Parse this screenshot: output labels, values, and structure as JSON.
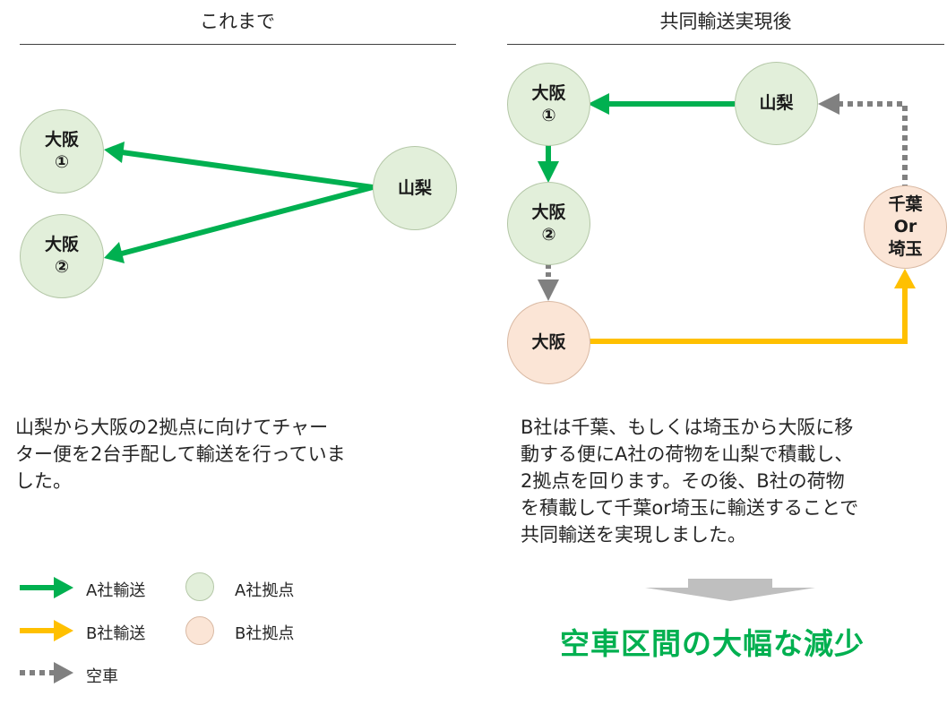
{
  "left": {
    "title": "これまで",
    "nodes": {
      "osaka1_line1": "大阪",
      "osaka1_line2": "①",
      "osaka2_line1": "大阪",
      "osaka2_line2": "②",
      "yamanashi": "山梨"
    },
    "description_lines": [
      "山梨から大阪の2拠点に向けてチャー",
      "ター便を2台手配して輸送を行っていま",
      "した。"
    ]
  },
  "right": {
    "title": "共同輸送実現後",
    "nodes": {
      "osaka1_line1": "大阪",
      "osaka1_line2": "①",
      "osaka2_line1": "大阪",
      "osaka2_line2": "②",
      "osaka": "大阪",
      "yamanashi": "山梨",
      "chiba_line1": "千葉",
      "chiba_line2": "Or",
      "chiba_line3": "埼玉"
    },
    "description_lines": [
      "B社は千葉、もしくは埼玉から大阪に移",
      "動する便にA社の荷物を山梨で積載し、",
      "2拠点を回ります。その後、B社の荷物",
      "を積載して千葉or埼玉に輸送することで",
      "共同輸送を実現しました。"
    ]
  },
  "legend": {
    "a_transport": "A社輸送",
    "b_transport": "B社輸送",
    "empty": "空車",
    "a_base": "A社拠点",
    "b_base": "B社拠点"
  },
  "conclusion": "空車区間の大幅な減少",
  "colors": {
    "a_green": "#00b050",
    "b_yellow": "#ffc000",
    "empty_gray": "#808080",
    "a_node": "#e2efda",
    "b_node": "#fbe5d6",
    "arrow_down_gray": "#bfbfbf"
  }
}
